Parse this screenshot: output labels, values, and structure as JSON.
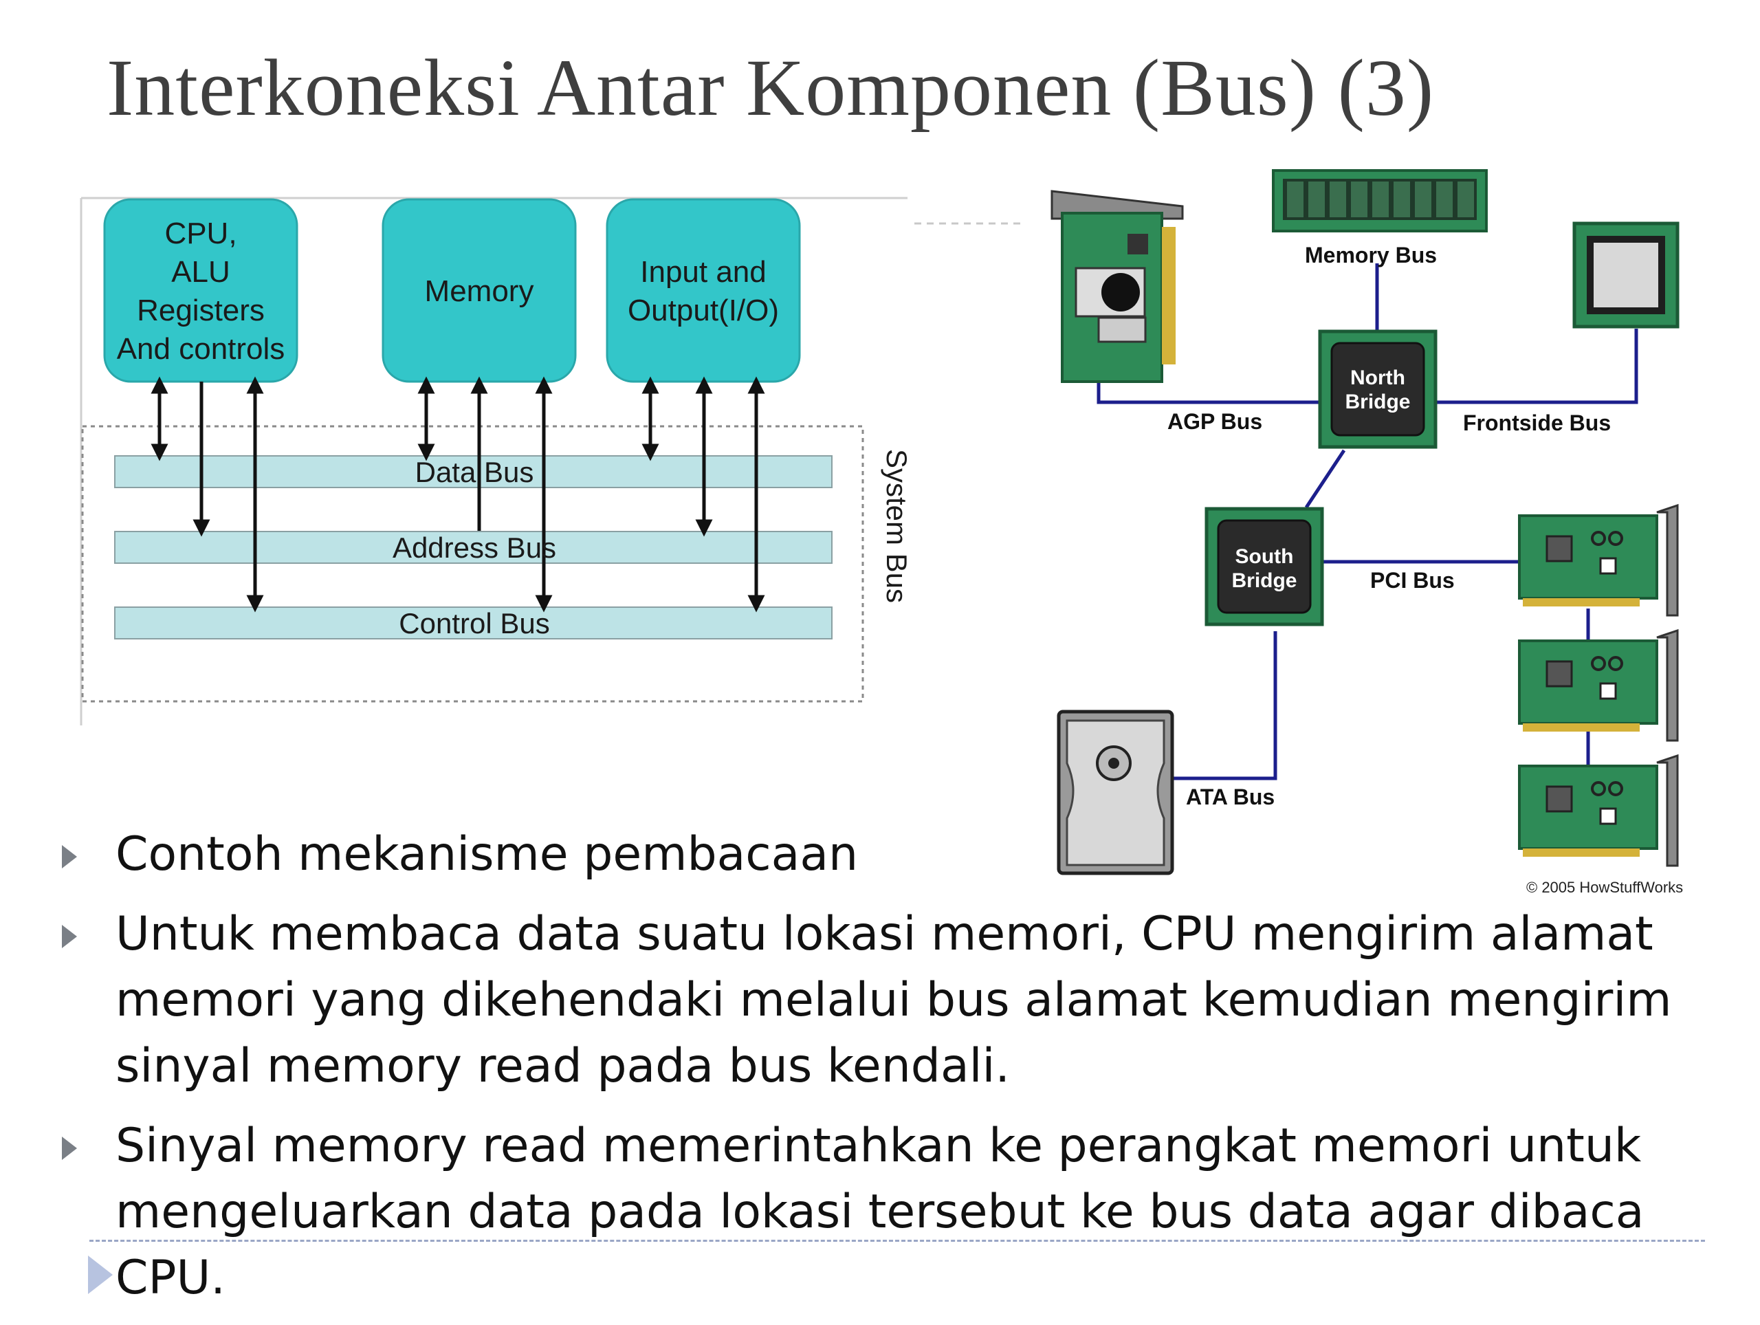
{
  "title": "Interkoneksi Antar Komponen (Bus) (3)",
  "left_diagram": {
    "components": [
      {
        "id": "cpu",
        "lines": [
          "CPU,",
          "ALU",
          "Registers",
          "And controls"
        ]
      },
      {
        "id": "memory",
        "lines": [
          "Memory"
        ]
      },
      {
        "id": "io",
        "lines": [
          "Input and",
          "Output(I/O)"
        ]
      }
    ],
    "buses": [
      "Data Bus",
      "Address Bus",
      "Control Bus"
    ],
    "system_bus_label": "System Bus"
  },
  "right_diagram": {
    "labels": {
      "memory_bus": "Memory Bus",
      "north_bridge": [
        "North",
        "Bridge"
      ],
      "south_bridge": [
        "South",
        "Bridge"
      ],
      "agp_bus": "AGP Bus",
      "frontside_bus": "Frontside Bus",
      "pci_bus": "PCI Bus",
      "ata_bus": "ATA Bus"
    },
    "copyright": "© 2005 HowStuffWorks"
  },
  "bullets": [
    "Contoh mekanisme pembacaan",
    "Untuk membaca data suatu lokasi memori, CPU mengirim alamat memori yang dikehendaki melalui bus alamat kemudian mengirim sinyal memory read pada bus kendali.",
    "Sinyal memory read memerintahkan ke perangkat memori untuk mengeluarkan data pada lokasi tersebut ke bus data agar dibaca CPU."
  ],
  "colors": {
    "component_fill": "#33c6c9",
    "bus_fill": "#bde3e6",
    "bus_line": "#1c1f8c",
    "card_green": "#2e8b57",
    "chip_dark": "#2a2a2a"
  }
}
